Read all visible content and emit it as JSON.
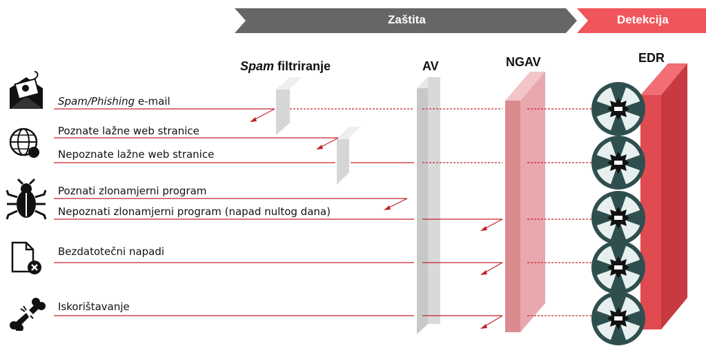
{
  "banner": {
    "protection_label": "Zaštita",
    "detection_label": "Detekcija"
  },
  "columns": {
    "spam_prefix": "Spam",
    "spam_rest": "filtriranje",
    "av": "AV",
    "ngav": "NGAV",
    "edr": "EDR"
  },
  "threats": {
    "spam_emph": "Spam/Phishing",
    "spam_rest": " e-mail",
    "known_web": "Poznate lažne web stranice",
    "unknown_web": "Nepoznate lažne web stranice",
    "known_malware": "Poznati zlonamjerni program",
    "unknown_malware": "Nepoznati zlonamjerni program (napad nultog dana)",
    "fileless": "Bezdatotečni napadi",
    "exploit": "Iskorištavanje"
  },
  "icons": [
    "phishing-email-icon",
    "globe-icon",
    "bug-icon",
    "file-error-icon",
    "broken-bone-icon",
    "detection-wheel-icon"
  ],
  "colors": {
    "banner_gray": "#666666",
    "detection_red": "#f0555b",
    "line_red": "#c0232a",
    "av_gray": "#cfcfcf",
    "ngav_pink": "#d98b90",
    "edr_red": "#d5454b",
    "wheel_dark": "#2f4f4f"
  }
}
